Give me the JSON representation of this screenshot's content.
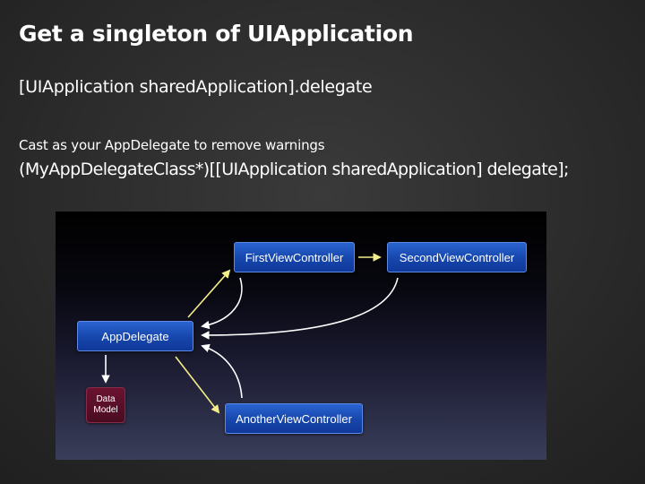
{
  "slide": {
    "title": "Get a singleton of UIApplication",
    "code_line": "[UIApplication sharedApplication].delegate",
    "cast_note": "Cast as your AppDelegate to remove warnings",
    "cast_code": "(MyAppDelegateClass*)[[UIApplication sharedApplication] delegate];"
  },
  "diagram": {
    "nodes": {
      "first_vc": "FirstViewController",
      "second_vc": "SecondViewController",
      "app_delegate": "AppDelegate",
      "another_vc": "AnotherViewController",
      "data_model_line1": "Data",
      "data_model_line2": "Model"
    },
    "colors": {
      "panel_top": "#000000",
      "panel_bottom": "#3a3e5a",
      "node_blue": "#1a4fb8",
      "data_model_red": "#5a0f28",
      "arrow_yellow": "#f4ee8a",
      "arrow_white": "#ffffff"
    }
  }
}
